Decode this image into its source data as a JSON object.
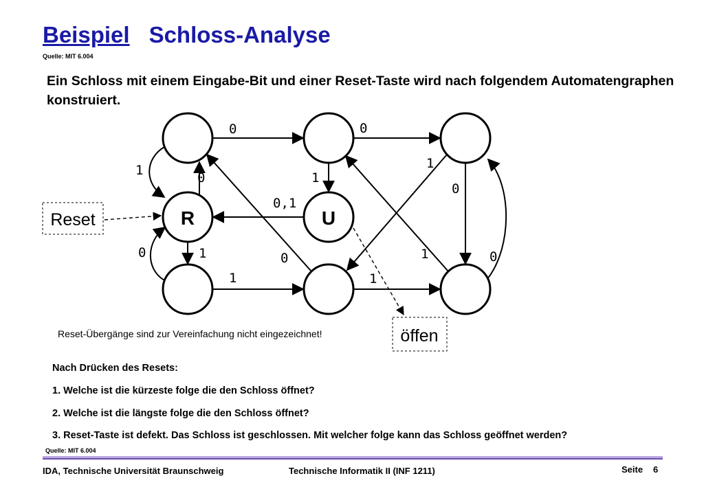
{
  "title": {
    "part1": "Beispiel",
    "part2": "Schloss-Analyse"
  },
  "source_top": "Quelle: MIT 6.004",
  "intro": "Ein Schloss mit einem Eingabe-Bit und einer Reset-Taste wird nach folgendem Automatengraphen konstruiert.",
  "diagram": {
    "state_R": "R",
    "state_U": "U",
    "reset_box": "Reset",
    "open_box": "öffen",
    "labels": {
      "top_left_to_top_mid": "0",
      "top_mid_to_top_right": "0",
      "top_left_self_1": "1",
      "r_to_top_left": "0",
      "top_mid_to_u": "1",
      "u_to_r": "0,1",
      "r_to_bottom_left": "1",
      "bottom_left_to_r": "0",
      "bottom_left_to_bottom_mid": "1",
      "bottom_mid_to_top_left": "0",
      "bottom_mid_to_bottom_right": "1",
      "top_right_to_bottom_mid": "1",
      "top_right_to_bottom_right": "0",
      "bottom_right_to_top_mid": "1",
      "bottom_right_to_top_right": "0"
    }
  },
  "note": "Reset-Übergänge sind zur Vereinfachung nicht eingezeichnet!",
  "questions": {
    "heading": "Nach Drücken des Resets:",
    "items": [
      "1. Welche ist die kürzeste folge die den Schloss öffnet?",
      "2. Welche ist  die längste folge die den Schloss öffnet?",
      "3. Reset-Taste ist defekt. Das Schloss ist geschlossen. Mit welcher folge kann das Schloss geöffnet werden?"
    ]
  },
  "source_bottom": "Quelle: MIT 6.004",
  "footer": {
    "left": "IDA, Technische Universität Braunschweig",
    "center": "Technische Informatik II (INF 1211)",
    "page_label": "Seite",
    "page_number": "6"
  },
  "colors": {
    "title": "#1a1aa6",
    "rule": "#b9a6e0",
    "rule_dark": "#6a4fb0"
  }
}
